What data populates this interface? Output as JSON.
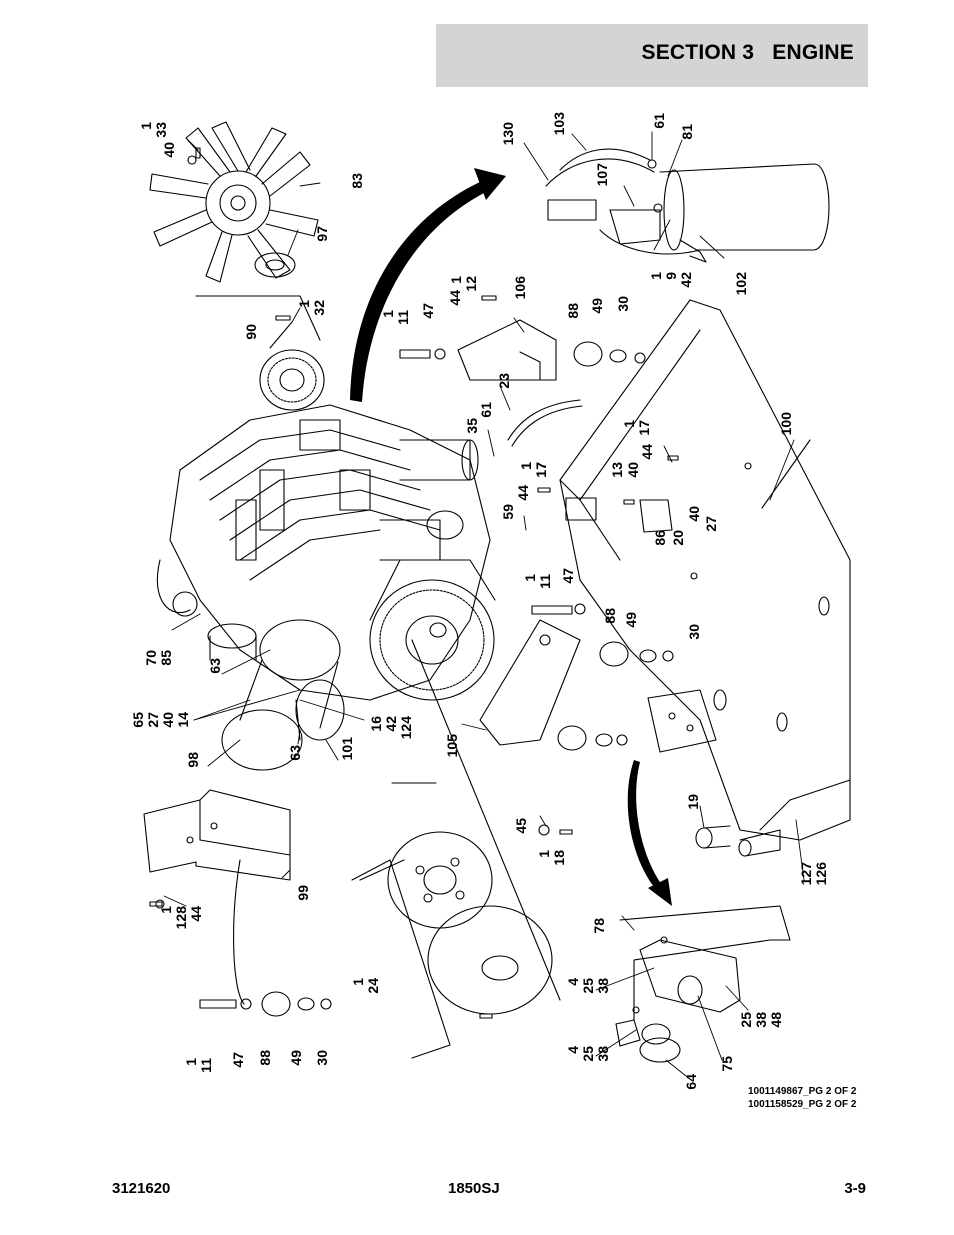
{
  "header": {
    "section_title": "SECTION 3   ENGINE"
  },
  "diagram": {
    "callouts": [
      {
        "id": "c-1-33",
        "lines": [
          "1",
          "33"
        ]
      },
      {
        "id": "c-40-a",
        "lines": [
          "40"
        ]
      },
      {
        "id": "c-83",
        "lines": [
          "83"
        ]
      },
      {
        "id": "c-97",
        "lines": [
          "97"
        ]
      },
      {
        "id": "c-1-32",
        "lines": [
          "1",
          "32"
        ]
      },
      {
        "id": "c-90",
        "lines": [
          "90"
        ]
      },
      {
        "id": "c-130",
        "lines": [
          "130"
        ]
      },
      {
        "id": "c-103",
        "lines": [
          "103"
        ]
      },
      {
        "id": "c-61-a",
        "lines": [
          "61"
        ]
      },
      {
        "id": "c-81",
        "lines": [
          "81"
        ]
      },
      {
        "id": "c-107",
        "lines": [
          "107"
        ]
      },
      {
        "id": "c-1-9-42",
        "lines": [
          "1",
          "9",
          "42"
        ]
      },
      {
        "id": "c-102",
        "lines": [
          "102"
        ]
      },
      {
        "id": "c-1-12",
        "lines": [
          "1",
          "12"
        ]
      },
      {
        "id": "c-44-a",
        "lines": [
          "44"
        ]
      },
      {
        "id": "c-106",
        "lines": [
          "106"
        ]
      },
      {
        "id": "c-1-11-a",
        "lines": [
          "1",
          "11"
        ]
      },
      {
        "id": "c-47-a",
        "lines": [
          "47"
        ]
      },
      {
        "id": "c-88-a",
        "lines": [
          "88"
        ]
      },
      {
        "id": "c-49-a",
        "lines": [
          "49"
        ]
      },
      {
        "id": "c-30-a",
        "lines": [
          "30"
        ]
      },
      {
        "id": "c-23",
        "lines": [
          "23"
        ]
      },
      {
        "id": "c-35",
        "lines": [
          "35"
        ]
      },
      {
        "id": "c-61-b",
        "lines": [
          "61"
        ]
      },
      {
        "id": "c-1-17-a",
        "lines": [
          "1",
          "17"
        ]
      },
      {
        "id": "c-44-b",
        "lines": [
          "44"
        ]
      },
      {
        "id": "c-13",
        "lines": [
          "13"
        ]
      },
      {
        "id": "c-40-b",
        "lines": [
          "40"
        ]
      },
      {
        "id": "c-44-c",
        "lines": [
          "44"
        ]
      },
      {
        "id": "c-1-17-b",
        "lines": [
          "1",
          "17"
        ]
      },
      {
        "id": "c-100",
        "lines": [
          "100"
        ]
      },
      {
        "id": "c-59",
        "lines": [
          "59"
        ]
      },
      {
        "id": "c-1-17-c",
        "lines": [
          "1",
          "17"
        ]
      },
      {
        "id": "c-86",
        "lines": [
          "86"
        ]
      },
      {
        "id": "c-20",
        "lines": [
          "20"
        ]
      },
      {
        "id": "c-40-c",
        "lines": [
          "40"
        ]
      },
      {
        "id": "c-27-a",
        "lines": [
          "27"
        ]
      },
      {
        "id": "c-70-85",
        "lines": [
          "70",
          "85"
        ]
      },
      {
        "id": "c-63-a",
        "lines": [
          "63"
        ]
      },
      {
        "id": "c-65-27-40-14",
        "lines": [
          "65",
          "27",
          "40",
          "14"
        ]
      },
      {
        "id": "c-16-42-124",
        "lines": [
          "16",
          "42",
          "124"
        ]
      },
      {
        "id": "c-98",
        "lines": [
          "98"
        ]
      },
      {
        "id": "c-63-b",
        "lines": [
          "63"
        ]
      },
      {
        "id": "c-101",
        "lines": [
          "101"
        ]
      },
      {
        "id": "c-1-11-b",
        "lines": [
          "1",
          "11"
        ]
      },
      {
        "id": "c-47-b",
        "lines": [
          "47"
        ]
      },
      {
        "id": "c-88-b",
        "lines": [
          "88"
        ]
      },
      {
        "id": "c-49-b",
        "lines": [
          "49"
        ]
      },
      {
        "id": "c-30-b",
        "lines": [
          "30"
        ]
      },
      {
        "id": "c-105",
        "lines": [
          "105"
        ]
      },
      {
        "id": "c-45",
        "lines": [
          "45"
        ]
      },
      {
        "id": "c-1-18",
        "lines": [
          "1",
          "18"
        ]
      },
      {
        "id": "c-19",
        "lines": [
          "19"
        ]
      },
      {
        "id": "c-127-126",
        "lines": [
          "127",
          "126"
        ]
      },
      {
        "id": "c-99",
        "lines": [
          "99"
        ]
      },
      {
        "id": "c-1-128-44",
        "lines": [
          "1",
          "128",
          "44"
        ]
      },
      {
        "id": "c-1-24",
        "lines": [
          "1",
          "24"
        ]
      },
      {
        "id": "c-78",
        "lines": [
          "78"
        ]
      },
      {
        "id": "c-4-25-38-a",
        "lines": [
          "4",
          "25",
          "38"
        ]
      },
      {
        "id": "c-25-38-48",
        "lines": [
          "25",
          "38",
          "48"
        ]
      },
      {
        "id": "c-4-25-38-b",
        "lines": [
          "4",
          "25",
          "38"
        ]
      },
      {
        "id": "c-75",
        "lines": [
          "75"
        ]
      },
      {
        "id": "c-64",
        "lines": [
          "64"
        ]
      },
      {
        "id": "c-1-11-c",
        "lines": [
          "1",
          "11"
        ]
      },
      {
        "id": "c-47-c",
        "lines": [
          "47"
        ]
      },
      {
        "id": "c-88-c",
        "lines": [
          "88"
        ]
      },
      {
        "id": "c-49-c",
        "lines": [
          "49"
        ]
      },
      {
        "id": "c-30-c",
        "lines": [
          "30"
        ]
      }
    ]
  },
  "drawing_refs": [
    "1001149867_PG 2 OF 2",
    "1001158529_PG 2 OF 2"
  ],
  "footer": {
    "doc_number": "3121620",
    "model": "1850SJ",
    "page_number": "3-9"
  }
}
